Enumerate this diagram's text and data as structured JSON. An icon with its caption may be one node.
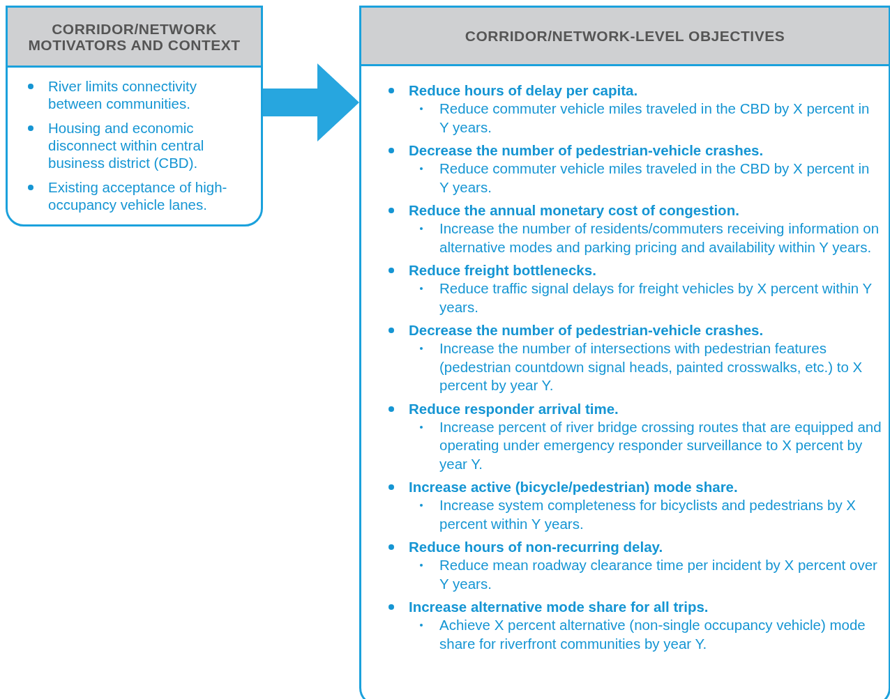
{
  "diagram": {
    "nodes": [
      {
        "text": [
          "CORRIDOR/NETWORK MOTIVATORS AND CONTEXT",
          "River limits connectivity between communities.",
          "Housing and economic disconnect within central business district (CBD).",
          "Existing acceptance of high-occupancy vehicle lanes."
        ]
      },
      {
        "text": [
          "CORRIDOR/NETWORK-LEVEL OBJECTIVES",
          "Reduce hours of delay per capita.",
          "Reduce commuter vehicle miles traveled in the CBD by X percent in Y years.",
          "Decrease the number of pedestrian-vehicle crashes.",
          "Reduce commuter vehicle miles traveled in the CBD by X percent in Y years.",
          "Reduce the annual monetary cost of congestion.",
          "Increase the number of residents/commuters receiving information on alternative modes and parking pricing and availability within Y years.",
          "Reduce freight bottlenecks.",
          "Reduce traffic signal delays for freight vehicles by X percent within Y years.",
          "Decrease the number of pedestrian-vehicle crashes.",
          "Increase the number of intersections with pedestrian features (pedestrian countdown signal heads, painted crosswalks, etc.) to X percent by year Y.",
          "Reduce responder arrival time.",
          "Increase percent of river bridge crossing routes that are equipped and operating under emergency responder surveillance to X percent by year Y.",
          "Increase active (bicycle/pedestrian) mode share.",
          "Increase system completeness for bicyclists and pedestrians by X percent within Y years.",
          "Reduce hours of non-recurring delay.",
          "Reduce mean roadway clearance time per incident by X percent over Y years.",
          "Increase alternative mode share for all trips.",
          "Achieve X percent alternative (non-single occupancy vehicle) mode share for riverfront communities by year Y."
        ]
      }
    ],
    "edges": [
      {
        "from": 0,
        "to": 1,
        "arrow": "to"
      }
    ]
  }
}
